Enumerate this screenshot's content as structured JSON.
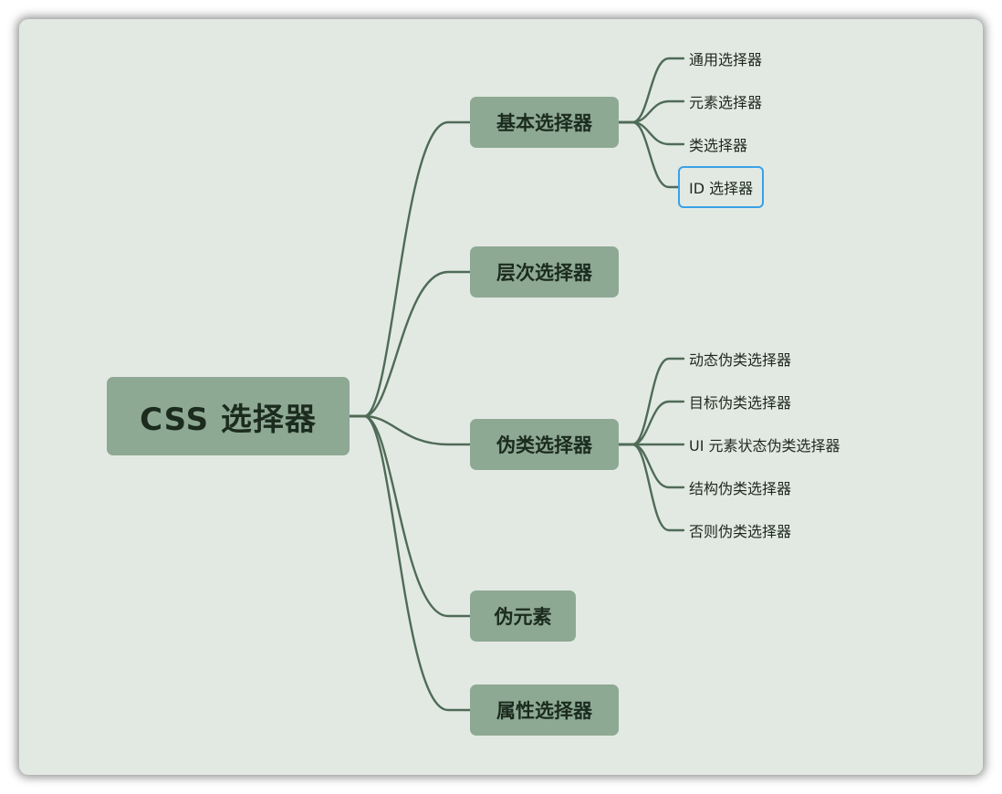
{
  "root": {
    "label": "CSS 选择器"
  },
  "branches": [
    {
      "label": "基本选择器",
      "children": [
        "通用选择器",
        "元素选择器",
        "类选择器",
        "ID 选择器"
      ]
    },
    {
      "label": "层次选择器",
      "children": []
    },
    {
      "label": "伪类选择器",
      "children": [
        "动态伪类选择器",
        "目标伪类选择器",
        "UI 元素状态伪类选择器",
        "结构伪类选择器",
        "否则伪类选择器"
      ]
    },
    {
      "label": "伪元素",
      "children": []
    },
    {
      "label": "属性选择器",
      "children": []
    }
  ],
  "selected_node": "ID 选择器",
  "colors": {
    "canvas": "#e2e9e3",
    "node_fill": "#8ea993",
    "connector": "#4f6b57",
    "selection": "#3aa0e6"
  }
}
